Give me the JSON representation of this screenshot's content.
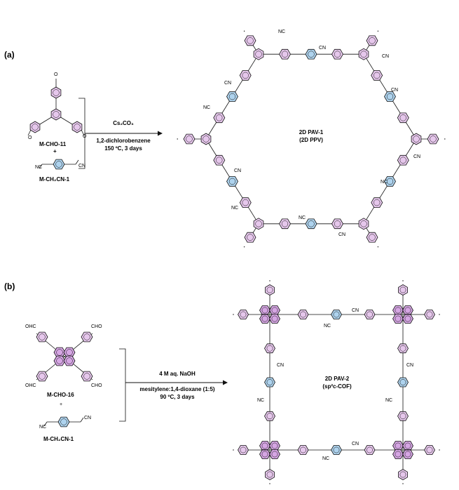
{
  "panels": {
    "a": {
      "label": "(a)",
      "aldehyde_label": "M-CHO-11",
      "plus": "+",
      "nitrile_label": "M-CH₂CN-1",
      "conditions": {
        "reagent": "Cs₂CO₃",
        "solvent": "1,2-dichlorobenzene",
        "temp_time": "150 ºC, 3 days"
      },
      "product_name": "2D PAV-1",
      "product_alias": "(2D PPV)"
    },
    "b": {
      "label": "(b)",
      "aldehyde_label": "M-CHO-16",
      "plus": "+",
      "nitrile_label": "M-CH₂CN-1",
      "conditions": {
        "reagent": "4 M aq. NaOH",
        "solvent": "mesitylene:1,4-dioxane (1:5)",
        "temp_time": "90 ºC, 3 days"
      },
      "product_name": "2D PAV-2",
      "product_alias": "(sp²c-COF)"
    }
  },
  "atoms": {
    "cn": "CN",
    "nc": "NC",
    "ohc": "OHC",
    "cho": "CHO",
    "o": "O"
  },
  "colors": {
    "phenyl_pink": "#e6c7ec",
    "pyrene_pink": "#d6a6e4",
    "cyano_blue": "#aed3ee",
    "bond": "#111111"
  }
}
